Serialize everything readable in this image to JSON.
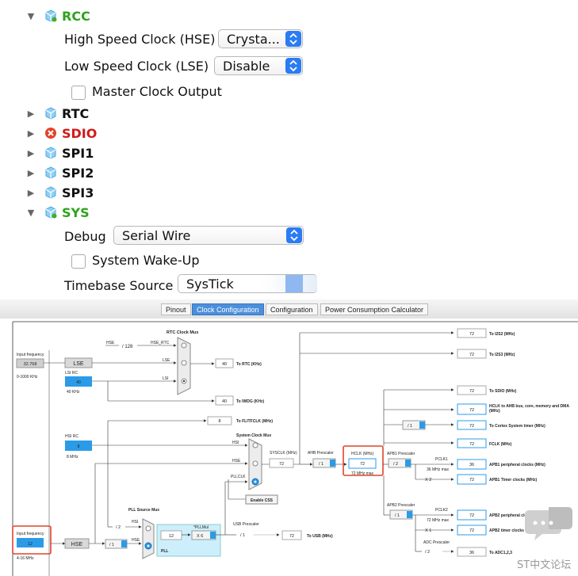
{
  "peripheral_tree": {
    "rcc": {
      "label": "RCC"
    },
    "hse": {
      "label": "High Speed Clock (HSE)",
      "value": "Crysta..."
    },
    "lse": {
      "label": "Low Speed Clock (LSE)",
      "value": "Disable"
    },
    "mco": {
      "label": "Master Clock Output",
      "checked": false
    },
    "rtc": {
      "label": "RTC"
    },
    "sdio": {
      "label": "SDIO"
    },
    "spi1": {
      "label": "SPI1"
    },
    "spi2": {
      "label": "SPI2"
    },
    "spi3": {
      "label": "SPI3"
    },
    "sys": {
      "label": "SYS"
    },
    "debug": {
      "label": "Debug",
      "value": "Serial Wire"
    },
    "wakeup": {
      "label": "System Wake-Up",
      "checked": false
    },
    "timebase": {
      "label": "Timebase Source",
      "value": "SysTick"
    }
  },
  "tabs": [
    {
      "label": "Pinout"
    },
    {
      "label": "Clock Configuration"
    },
    {
      "label": "Configuration"
    },
    {
      "label": "Power Consumption Calculator"
    }
  ],
  "active_tab": "Clock Configuration",
  "colors": {
    "accent_blue": "#2b9be8",
    "highlight_red": "#e0442c",
    "ok_green": "#2ea31c",
    "error_red": "#d11a1a"
  },
  "clock": {
    "input_freq_top_label": "Input frequency",
    "input_freq_top_value": "32.768",
    "input_freq_top_range": "0-1000 KHz",
    "lse": "LSE",
    "lsi_rc": "LSI RC",
    "lsi_value": "40",
    "lsi_unit": "40 KHz",
    "rtc_mux_title": "RTC Clock Mux",
    "hse_div": "/ 128",
    "hse_rtc": "HSE_RTC",
    "lse_in": "LSE",
    "lsi_in": "LSI",
    "to_rtc_value": "40",
    "to_rtc": "To RTC (KHz)",
    "to_iwdg_value": "40",
    "to_iwdg": "To IWDG (KHz)",
    "flit_value": "8",
    "flit": "To FLITFCLK (MHz)",
    "hsi_rc": "HSI RC",
    "hsi_value": "8",
    "hsi_unit": "8 MHz",
    "sysmux_title": "System Clock Mux",
    "sys_hsi": "HSI",
    "sys_hse": "HSE",
    "sys_pll": "PLLCLK",
    "enable_css": "Enable CSS",
    "sysclk_label": "SYSCLK (MHz)",
    "sysclk_value": "72",
    "ahb_label": "AHB Prescaler",
    "ahb_value": "/ 1",
    "hclk_label": "HCLK (MHz)",
    "hclk_value": "72",
    "hclk_max": "72 MHz max",
    "apb1_label": "APB1 Prescaler",
    "apb1_value": "/ 2",
    "pclk1": "PCLK1",
    "pclk1_max": "36 MHz max",
    "apb1_periph_value": "36",
    "apb1_periph": "APB1 peripheral clocks (MHz)",
    "x2": "X 2",
    "apb1_timer_value": "72",
    "apb1_timer": "APB1 Timer clocks (MHz)",
    "i2s2_value": "72",
    "i2s2": "To I2S2 (MHz)",
    "i2s3_value": "72",
    "i2s3": "To I2S3 (MHz)",
    "sdio_value": "72",
    "sdio": "To SDIO (MHz)",
    "hclk_ahb_value": "72",
    "hclk_ahb": "HCLK to AHB bus, core, memory and DMA (MHz)",
    "cortex_div": "/ 1",
    "cortex_value": "72",
    "cortex": "To Cortex System timer (MHz)",
    "fclk_value": "72",
    "fclk": "FCLK (MHz)",
    "apb2_label": "APB2 Prescaler",
    "apb2_value": "/ 1",
    "pclk2": "PCLK2",
    "pclk2_max": "72 MHz max",
    "apb2_periph_value": "72",
    "apb2_periph": "APB2 peripheral clocks (MHz)",
    "x1": "X 1",
    "apb2_timer_value": "72",
    "apb2_timer": "APB2 timer clocks (MHz)",
    "adc_label": "ADC Prescaler",
    "adc_value": "/ 2",
    "adc_out_value": "36",
    "adc_out": "To ADC1,2,3",
    "pll_mux_title": "PLL Source Mux",
    "pll_hsi": "HSI",
    "pll_hse": "HSE",
    "hsi_div2": "/ 2",
    "pll_in_value": "12",
    "pllmul_label": "*PLLMul",
    "pllmul_value": "X 6",
    "pll_label": "PLL",
    "usb_label": "USB Prescaler",
    "usb_div": "/ 1",
    "usb_value": "72",
    "usb": "To USB (MHz)",
    "input_freq_label": "Input frequency",
    "input_freq_value": "12",
    "input_freq_range": "4-16 MHz",
    "hse_label": "HSE",
    "hse_div_value": "/ 1"
  },
  "watermark": "ST中文论坛"
}
